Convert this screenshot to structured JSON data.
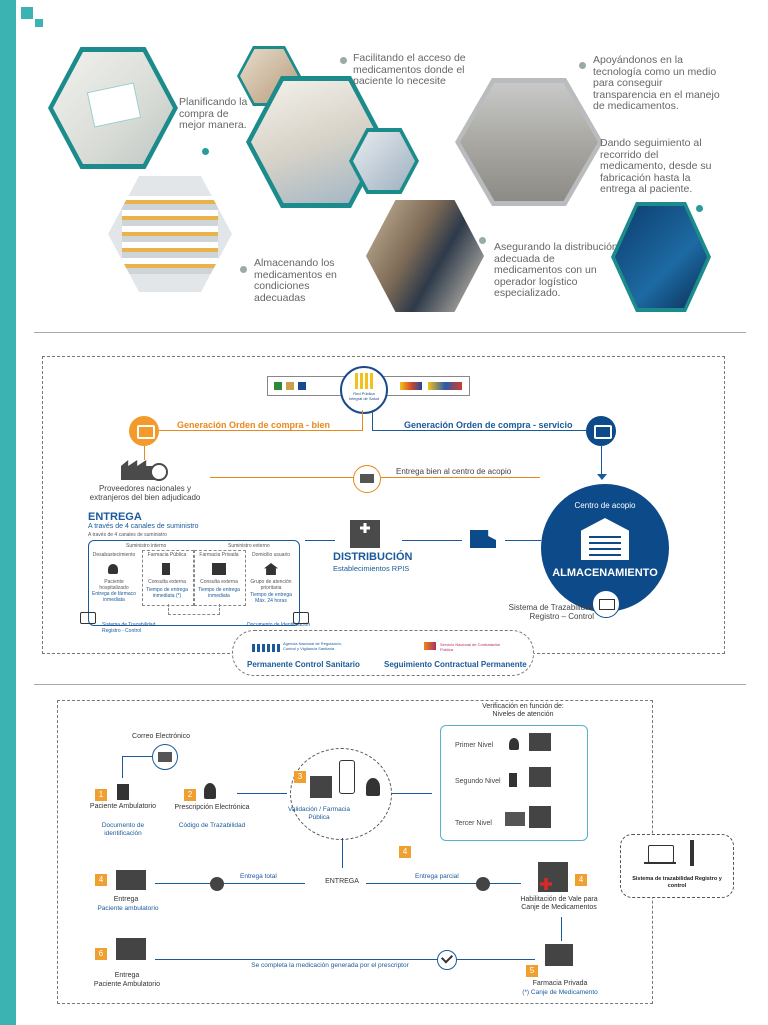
{
  "top": {
    "c1": "Planificando la compra de mejor manera.",
    "c2": "Facilitando el acceso de medicamentos donde el paciente lo necesite",
    "c3": "Apoyándonos en la tecnología como un medio para conseguir transparencia en el manejo de medicamentos.",
    "c4": "Dando seguimiento al recorrido del medicamento, desde su fabricación hasta la entrega al paciente.",
    "c5": "Almacenando los medicamentos en condiciones adecuadas",
    "c6": "Asegurando la distribución adecuada de medicamentos con un operador logístico especializado."
  },
  "mid": {
    "gen_bien": "Generación Orden de compra - bien",
    "gen_serv": "Generación Orden de compra - servicio",
    "proveedores": "Proveedores nacionales y extranjeros del bien adjudicado",
    "entrega_bien": "Entrega bien al centro de acopio",
    "centro": "Centro de acopio",
    "almacen": "ALMACENAMIENTO",
    "entrega_title": "ENTREGA",
    "entrega_sub": "A través de 4 canales de suministro",
    "entrega_sub2": "A través de 4 canales de suministro",
    "dist_title": "DISTRIBUCIÓN",
    "dist_sub": "Establecimientos RPIS",
    "sistema": "Sistema de Trazabilidad Registro – Control",
    "sum_int": "Suministro interno",
    "sum_ext": "Suministro externo",
    "ch1": "Desabastecimiento",
    "ch1b": "Paciente hospitalizado",
    "ch1c": "Entrega de fármaco inmediata",
    "ch2": "Farmacia Pública",
    "ch2b": "Consulta externa",
    "ch2c": "Tiempo de entrega inmediata (*)",
    "ch3": "Farmacia Privada",
    "ch3b": "Consulta externa",
    "ch3c": "Tiempo de entrega inmediata",
    "ch4": "Domicilio usuario",
    "ch4b": "Grupo de atención prioritaria",
    "ch4c": "Tiempo de entrega Máx. 24 horas",
    "sis_small": "Sistema de Trazabilidad Registro - Control",
    "doc_id": "Documento de Identificación",
    "arcsa": "Agencia Nacional de Regulación, Control y Vigilancia Sanitaria",
    "sercop": "Servicio Nacional de Contratación Pública",
    "control_san": "Permanente Control Sanitario",
    "seguimiento": "Seguimiento Contractual Permanente",
    "logo_center": "Red Pública Integral de Salud"
  },
  "bot": {
    "correo": "Correo Electrónico",
    "verif": "Verificación en función de: Niveles de atención",
    "n1": "Primer Nivel",
    "n2": "Segundo Nivel",
    "n3": "Tercer Nivel",
    "s1": "1",
    "paciente": "Paciente Ambulatorio",
    "doc": "Documento de identificación",
    "s2": "2",
    "presc": "Prescripción Electrónica",
    "codigo": "Código de Trazabilidad",
    "s3": "3",
    "valid": "Validación / Farmacia Pública",
    "s4a": "4",
    "s4b": "4",
    "s4c": "4",
    "entrega_c": "ENTREGA",
    "total": "Entrega total",
    "parcial": "Entrega parcial",
    "entrega_pa": "Entrega",
    "entrega_pa2": "Paciente ambulatorio",
    "habil": "Habilitación de Vale para Canje de Medicamentos",
    "s6": "6",
    "entrega_pa3": "Entrega",
    "entrega_pa4": "Paciente Ambulatorio",
    "completa": "Se completa la medicación generada por el prescriptor",
    "s5": "5",
    "farm_priv": "Farmacia Privada",
    "canje": "(*) Canje de Medicamento",
    "sistema_t": "Sistema de trazabilidad Registro y control"
  },
  "colors": {
    "teal": "#3bb3b3",
    "orange": "#e8891d",
    "navy": "#0d4a8a",
    "blue": "#1a5a9a"
  }
}
